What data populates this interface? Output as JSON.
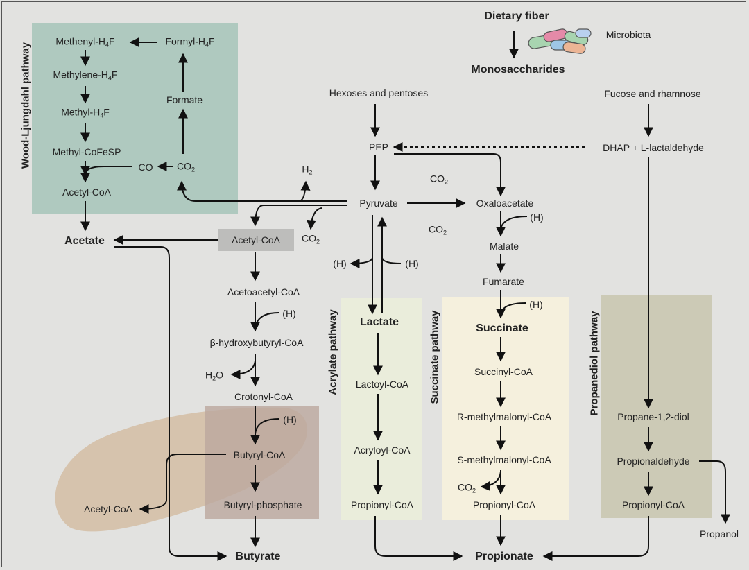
{
  "pathways": {
    "wood_ljungdahl": "Wood-Ljungdahl pathway",
    "acrylate": "Acrylate pathway",
    "succinate": "Succinate pathway",
    "propanediol": "Propanediol pathway"
  },
  "top": {
    "dietary_fiber": "Dietary fiber",
    "microbiota": "Microbiota",
    "monosaccharides": "Monosaccharides",
    "hexoses": "Hexoses and pentoses",
    "fucose": "Fucose and rhamnose"
  },
  "wl": {
    "methenyl": "Methenyl-H",
    "formyl": "Formyl-H",
    "methylene": "Methylene-H",
    "methyl": "Methyl-H",
    "h4f_sub": "4",
    "h4f_tail": "F",
    "formate": "Formate",
    "methyl_cofesp": "Methyl-CoFeSP",
    "co": "CO",
    "co2": "CO",
    "acetyl_coa": "Acetyl-CoA"
  },
  "center": {
    "pep": "PEP",
    "dhap": "DHAP + L-lactaldehyde",
    "h2": "H",
    "co2_a": "CO",
    "pyruvate": "Pyruvate",
    "oxaloacetate": "Oxaloacetate",
    "co2_b": "CO",
    "h_mal": "(H)",
    "malate": "Malate",
    "fumarate": "Fumarate",
    "h_left": "(H)",
    "h_right": "(H)",
    "acetate": "Acetate",
    "acetyl_coa_box": "Acetyl-CoA",
    "co2_c": "CO"
  },
  "butyrate_branch": {
    "acetoacetyl": "Acetoacetyl-CoA",
    "h1": "(H)",
    "hydroxybutyryl": "β-hydroxybutyryl-CoA",
    "h2o": "H",
    "h2o_tail": "O",
    "crotonyl": "Crotonyl-CoA",
    "h2": "(H)",
    "butyryl_coa": "Butyryl-CoA",
    "acetyl_coa": "Acetyl-CoA",
    "butyryl_phosphate": "Butyryl-phosphate",
    "butyrate": "Butyrate"
  },
  "acrylate_branch": {
    "lactate": "Lactate",
    "lactoyl": "Lactoyl-CoA",
    "acryloyl": "Acryloyl-CoA",
    "propionyl": "Propionyl-CoA"
  },
  "succinate_branch": {
    "h": "(H)",
    "succinate": "Succinate",
    "succinyl": "Succinyl-CoA",
    "r_methyl": "R-methylmalonyl-CoA",
    "s_methyl": "S-methylmalonyl-CoA",
    "co2": "CO",
    "propionyl": "Propionyl-CoA"
  },
  "propanediol_branch": {
    "propanediol": "Propane-1,2-diol",
    "propionaldehyde": "Propionaldehyde",
    "propionyl": "Propionyl-CoA",
    "propanol": "Propanol"
  },
  "bottom": {
    "propionate": "Propionate"
  },
  "colors": {
    "wood_ljungdahl_bg": "#afc9bf",
    "acrylate_bg": "#eaeddb",
    "succinate_bg": "#f5f0dd",
    "propanediol_bg": "#cccab6",
    "butyrate_box_bg": "#bca79d",
    "blob": "#d3bda3",
    "background": "#e2e2e0"
  }
}
